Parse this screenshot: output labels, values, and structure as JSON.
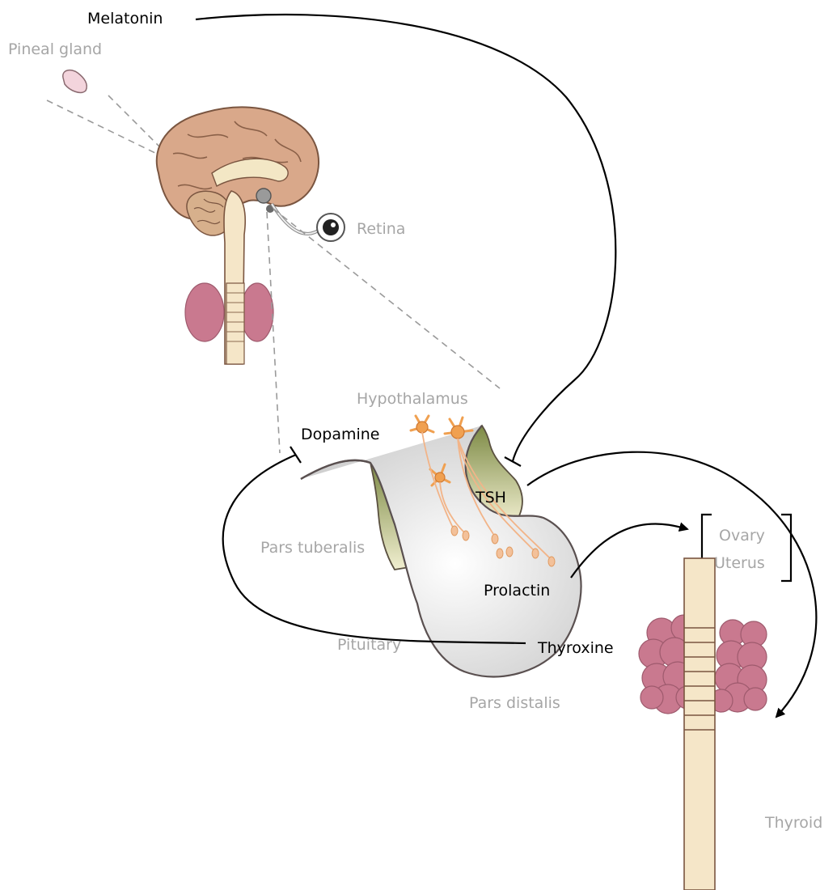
{
  "labels": {
    "melatonin": "Melatonin",
    "pineal_gland": "Pineal gland",
    "retina": "Retina",
    "hypothalamus": "Hypothalamus",
    "dopamine": "Dopamine",
    "tsh": "TSH",
    "pars_tuberalis": "Pars tuberalis",
    "prolactin": "Prolactin",
    "ovary": "Ovary",
    "uterus": "Uterus",
    "pituitary": "Pituitary",
    "pars_distalis": "Pars distalis",
    "thyroxine": "Thyroxine",
    "thyroid": "Thyroid"
  },
  "colors": {
    "dark_label": "#000000",
    "grey_label": "#a6a6a6",
    "brain": "#d9a88a",
    "thyroid": "#c9798f",
    "pars_tuberalis": "#8c9a5a",
    "pituitary": "#d6d6d6",
    "trachea": "#f5e6c8",
    "neuron": "#f0a050"
  },
  "icons": [
    "brain-illustration",
    "eye-icon",
    "pineal-gland-shape",
    "thyroid-illustration",
    "pituitary-illustration",
    "neuron-icon",
    "bracket-icon"
  ]
}
